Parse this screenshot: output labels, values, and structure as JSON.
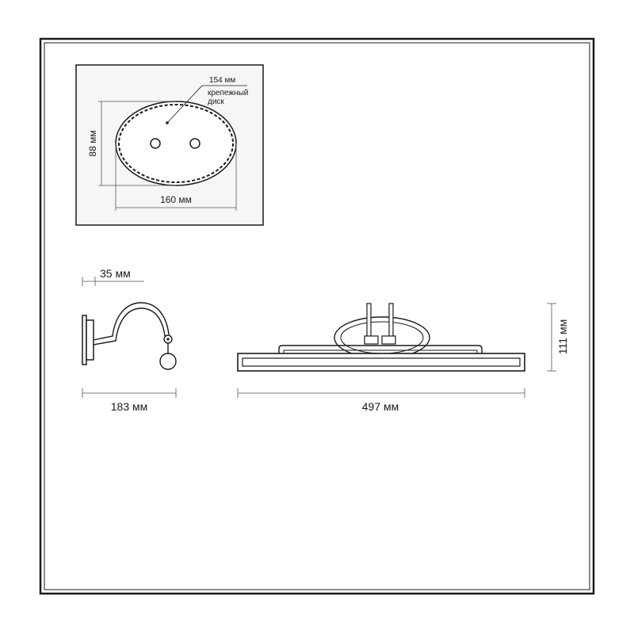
{
  "mount_plate": {
    "disk_width": "154 мм",
    "disk_label_line1": "крепежный",
    "disk_label_line2": "диск",
    "height": "88 мм",
    "width": "160 мм"
  },
  "side_view": {
    "depth": "35 мм",
    "length": "183 мм"
  },
  "front_view": {
    "width": "497 мм",
    "height": "111 мм"
  },
  "colors": {
    "line": "#1a1a1a",
    "panel_fill": "#f6f6f6",
    "dimension": "#555555"
  }
}
